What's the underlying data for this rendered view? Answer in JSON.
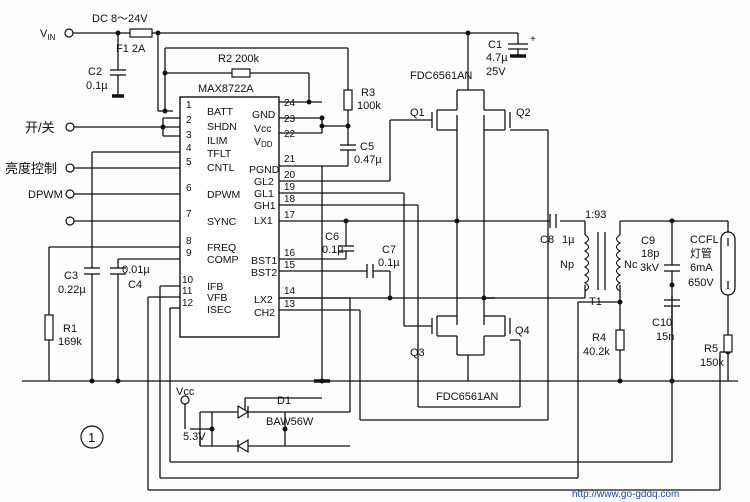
{
  "supply": {
    "vin": "V",
    "vin_sub": "IN",
    "range": "DC 8～24V",
    "fuse": "F1 2A"
  },
  "c1": {
    "name": "C1",
    "value": "4.7µ",
    "voltage": "25V"
  },
  "c2": {
    "name": "C2",
    "value": "0.1µ"
  },
  "r2": {
    "name": "R2 200k"
  },
  "r3": {
    "name": "R3",
    "value": "100k"
  },
  "c5": {
    "name": "C5",
    "value": "0.47µ"
  },
  "ic": {
    "name": "MAX8722A",
    "left_pins": [
      {
        "num": "1",
        "name": "BATT"
      },
      {
        "num": "2",
        "name": "SHDN"
      },
      {
        "num": "3",
        "name": "ILIM"
      },
      {
        "num": "4",
        "name": "TFLT"
      },
      {
        "num": "5",
        "name": "CNTL"
      },
      {
        "num": "6",
        "name": "DPWM"
      },
      {
        "num": "7",
        "name": "SYNC"
      },
      {
        "num": "8",
        "name": "FREQ"
      },
      {
        "num": "9",
        "name": "COMP"
      },
      {
        "num": "10",
        "name": "IFB"
      },
      {
        "num": "11",
        "name": "VFB"
      },
      {
        "num": "12",
        "name": "ISEC"
      }
    ],
    "right_pins": [
      {
        "num": "24",
        "name": "GND"
      },
      {
        "num": "23",
        "name": "Vcc"
      },
      {
        "num": "22",
        "name": "V"
      },
      {
        "num": "21",
        "name": "PGND"
      },
      {
        "num": "20",
        "name": "GL2"
      },
      {
        "num": "19",
        "name": "GL1"
      },
      {
        "num": "18",
        "name": "GH1"
      },
      {
        "num": "17",
        "name": "LX1"
      },
      {
        "num": "16",
        "name": "BST1"
      },
      {
        "num": "15",
        "name": "BST2"
      },
      {
        "num": "14",
        "name": "LX2"
      },
      {
        "num": "13",
        "name": "CH2"
      }
    ],
    "vdd_sub": "DD"
  },
  "inputs": {
    "onoff": "开/关",
    "brightness": "亮度控制",
    "dpwm": "DPWM"
  },
  "c3": {
    "name": "C3",
    "value": "0.22µ"
  },
  "c4": {
    "name": "C4",
    "value": "0.01µ"
  },
  "r1": {
    "name": "R1",
    "value": "169k"
  },
  "c6": {
    "name": "C6",
    "value": "0.1µ"
  },
  "c7": {
    "name": "C7",
    "value": "0.1µ"
  },
  "mosfet_top": {
    "part": "FDC6561AN",
    "q1": "Q1",
    "q2": "Q2"
  },
  "mosfet_bottom": {
    "part": "FDC6561AN",
    "q3": "Q3",
    "q4": "Q4"
  },
  "c8": {
    "name": "C8",
    "value": "1µ"
  },
  "transformer": {
    "name": "T1",
    "ratio": "1:93",
    "primary": "Np",
    "secondary": "Nc"
  },
  "c9": {
    "name": "C9",
    "value": "18p",
    "voltage": "3kV"
  },
  "c10": {
    "name": "C10",
    "value": "15n"
  },
  "ccfl": {
    "name": "CCFL",
    "type": "灯管",
    "current": "6mA",
    "voltage": "650V"
  },
  "r4": {
    "name": "R4",
    "value": "40.2k"
  },
  "r5": {
    "name": "R5",
    "value": "150k"
  },
  "d1": {
    "name": "D1",
    "part": "BAW56W",
    "vcc": "Vcc",
    "vcc_value": "5.3V"
  },
  "figure_no": "1",
  "watermark": "http://www.go-gddq.com"
}
